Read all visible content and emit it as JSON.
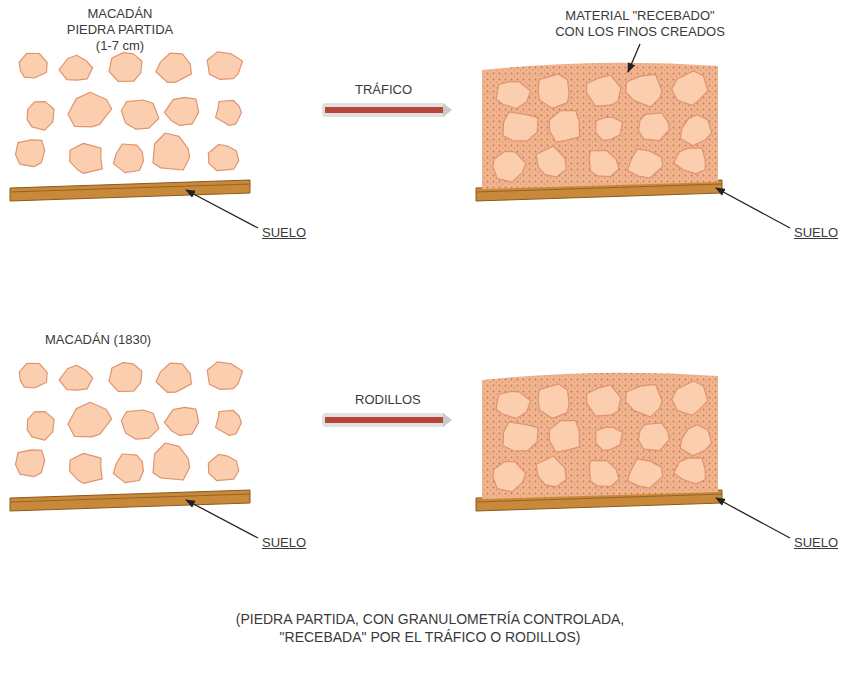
{
  "diagram": {
    "caption": "(PIEDRA PARTIDA, CON GRANULOMETRÍA CONTROLADA, \"RECEBADA\" POR EL TRÁFICO O RODILLOS)",
    "labels": [
      "MACADÁN",
      "PIEDRA PARTIDA",
      "(1-7 cm)",
      "TRÁFICO",
      "MATERIAL \"RECEBADO\"",
      "CON LOS FINOS CREADOS",
      "SUELO",
      "SUELO",
      "MACADÁN (1830)",
      "RODILLOS",
      "SUELO",
      "SUELO"
    ]
  }
}
